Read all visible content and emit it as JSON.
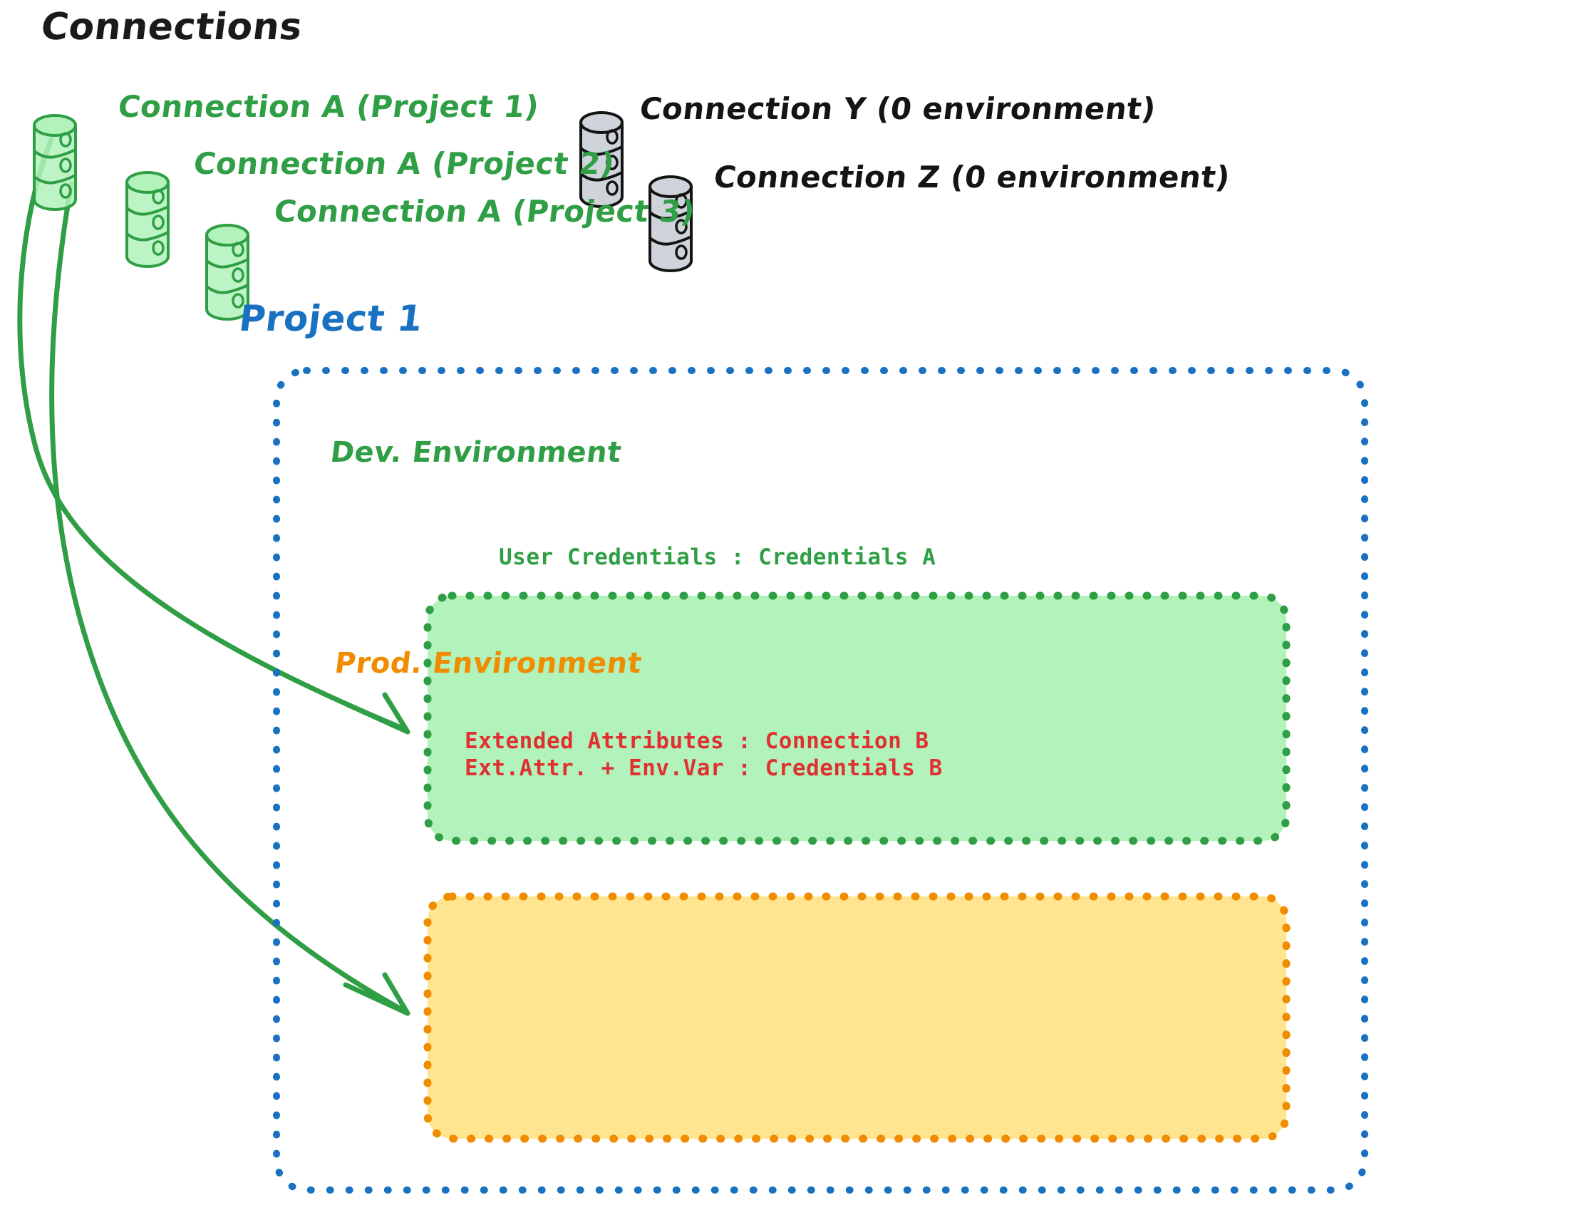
{
  "diagram": {
    "type": "architecture-diagram",
    "title": "Connections",
    "background_color": "#ffffff",
    "colors": {
      "green_stroke": "#2f9e44",
      "green_fill": "#b2f2bb",
      "gray_stroke": "#141414",
      "gray_fill": "#ced4da",
      "blue": "#1971c2",
      "orange": "#f08c00",
      "orange_fill": "#ffe58f",
      "red": "#e03131",
      "black": "#1a1a1a"
    }
  },
  "connections_section": {
    "heading": "Connections",
    "green_connections": [
      {
        "label": "Connection A (Project 1)",
        "icon": "database-cylinder-icon",
        "color": "#2f9e44"
      },
      {
        "label": "Connection A (Project 2)",
        "icon": "database-cylinder-icon",
        "color": "#2f9e44"
      },
      {
        "label": "Connection A (Project 3)",
        "icon": "database-cylinder-icon",
        "color": "#2f9e44"
      }
    ],
    "gray_connections": [
      {
        "label": "Connection Y (0 environment)",
        "icon": "database-cylinder-icon",
        "color": "#141414"
      },
      {
        "label": "Connection Z (0 environment)",
        "icon": "database-cylinder-icon",
        "color": "#141414"
      }
    ]
  },
  "project": {
    "title": "Project 1",
    "border_style": "dotted",
    "border_color": "#1971c2",
    "environments": [
      {
        "name": "Dev. Environment",
        "accent_color": "#2f9e44",
        "fill_color": "#b2f2bb",
        "entries": [
          {
            "key": "User Credentials",
            "value": "Credentials A",
            "text": "User Credentials : Credentials A"
          }
        ]
      },
      {
        "name": "Prod. Environment",
        "accent_color": "#f08c00",
        "fill_color": "#ffe58f",
        "entries": [
          {
            "key": "Extended Attributes",
            "value": "Connection B",
            "text": "Extended Attributes : Connection B"
          },
          {
            "key": "Ext.Attr. + Env.Var",
            "value": "Credentials B",
            "text": "Ext.Attr. + Env.Var : Credentials B"
          }
        ]
      }
    ]
  },
  "arrows": [
    {
      "from": "Connection A (Project 1)",
      "to": "Dev. Environment",
      "color": "#2f9e44",
      "style": "curved-arrow"
    },
    {
      "from": "Connection A (Project 1)",
      "to": "Prod. Environment",
      "color": "#2f9e44",
      "style": "curved-arrow"
    }
  ]
}
